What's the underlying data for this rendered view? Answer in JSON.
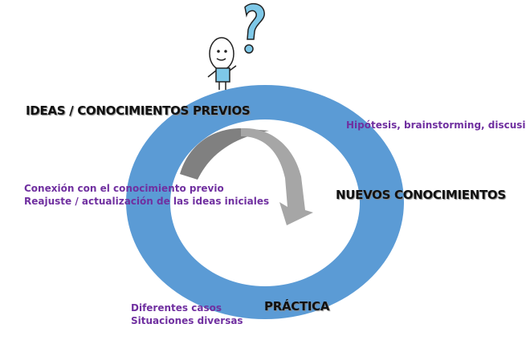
{
  "colors": {
    "ring": "#5b9bd5",
    "arrow_dark": "#808080",
    "arrow_light": "#a6a6a6",
    "note": "#7030a0",
    "label": "#111111"
  },
  "labels": {
    "ideas": "IDEAS / CONOCIMIENTOS PREVIOS",
    "nuevos": "NUEVOS CONOCIMIENTOS",
    "practica": "PRÁCTICA"
  },
  "notes": {
    "hipotesis": "Hipótesis, brainstorming, discusión",
    "conexion_1": "Conexión con el conocimiento previo",
    "conexion_2": "Reajuste / actualización de las  ideas iniciales",
    "practica_1": "Diferentes casos",
    "practica_2": "Situaciones diversas"
  },
  "icons": {
    "figure": "thinking-person-with-question-mark-icon"
  }
}
